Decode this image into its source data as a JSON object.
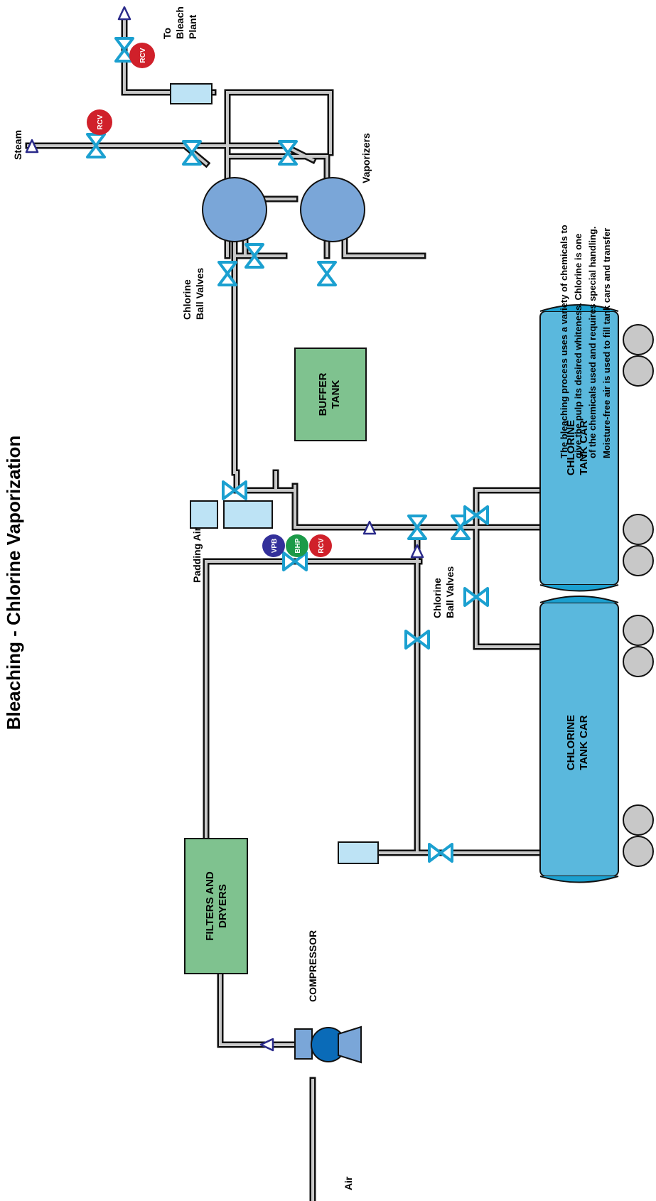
{
  "title": "Bleaching - Chlorine Vaporization",
  "labels": {
    "air": "Air",
    "compressor": "COMPRESSOR",
    "padding_air": "Padding Air",
    "ball_valves_top_1": "Chlorine",
    "ball_valves_top_2": "Ball Valves",
    "ball_valves_mid_1": "Chlorine",
    "ball_valves_mid_2": "Ball Valves",
    "vaporizers": "Vaporizers",
    "steam": "Steam",
    "to_bleach_1": "To",
    "to_bleach_2": "Bleach",
    "to_bleach_3": "Plant"
  },
  "boxes": {
    "filters_1": "FILTERS AND",
    "filters_2": "DRYERS",
    "buffer_1": "BUFFER",
    "buffer_2": "TANK",
    "tankcar_1_a": "CHLORINE",
    "tankcar_1_b": "TANK CAR",
    "tankcar_2_a": "CHLORINE",
    "tankcar_2_b": "TANK CAR"
  },
  "badges": {
    "vpb": "VPB",
    "bhp": "BHP",
    "rcv": "RCV"
  },
  "description": [
    "The bleaching process uses a variety of chemicals to",
    "give the pulp its desired whiteness. Chlorine is one",
    "of the chemicals used and requires special handling.",
    "Moisture-free air is used to fill tank cars and transfer"
  ],
  "colors": {
    "pipe_outer": "#111111",
    "pipe_inner": "#c8c8c8",
    "valve": "#1ba0d0",
    "green_box": "#7fc28f",
    "tank": "#5ab8dd",
    "vaporizer": "#7aa6d8",
    "gauge": "#bde3f5",
    "badge_vpb": "#33309a",
    "badge_bhp": "#1b9a48",
    "badge_rcv": "#d0202a",
    "wheel": "#c8c8c8",
    "arrow": "#2a2a8a"
  }
}
